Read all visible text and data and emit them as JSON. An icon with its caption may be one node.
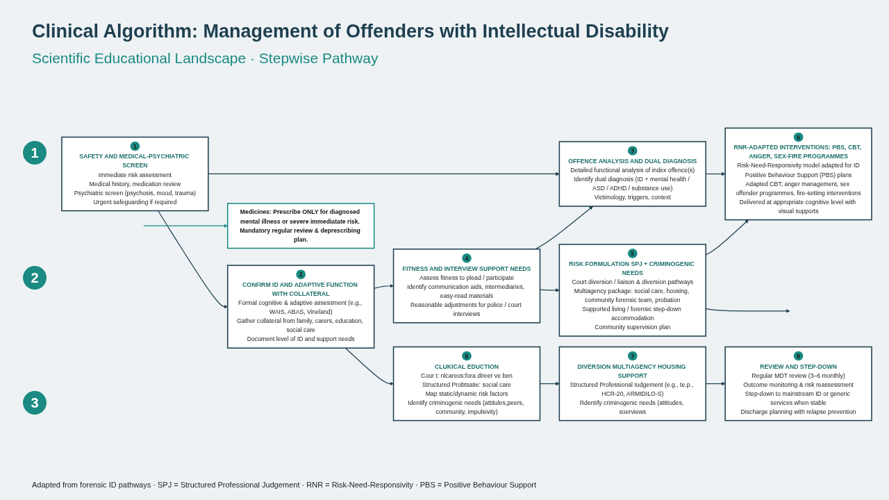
{
  "diagram": {
    "title": "Clinical Algorithm: Management of Offenders with Intellectual Disability",
    "caption": "Adapted from forensic ID pathways · SPJ = Structured Professional Judgement · RNR = Risk-Need-Responsivity · PBS = Positive Behaviour Support",
    "nodes": [
      {
        "text": [
          "1",
          "SAFETY AND MEDICAL-PSYCHIATRIC SCREEN",
          "Immediate risk assessment",
          "Medical history, medication review",
          "Psychiatric screen (psychosis, mood, trauma)",
          "Urgent safeguarding if required"
        ]
      },
      {
        "text": [
          "3",
          "OFFENCE ANALYSIS AND DUAL DIAGNOSIS",
          "Detailed functional analysis of index offence(s)",
          "Identify dual diagnosis (ID + mental health / ASD / ADHD / substance use)",
          "Victimology, triggers, context"
        ]
      },
      {
        "text": [
          "6",
          "RNR-ADAPTED INTERVENTIONS: PBS, CBT, ANGER, SEX-FIRE PROGRAMMES",
          "Risk-Need-Responsivity model adapted for ID",
          "Positive Behaviour Support (PBS) plans",
          "Adapted CBT, anger management, sex offender programmes, fire-setting interventions",
          "Delivered at appropriate cognitive level with visual supports"
        ]
      },
      {
        "text": [
          "2",
          "CONFIRM ID AND ADAPTIVE FUNCTION WITH COLLATERAL",
          "Formal cognitive & adaptive assessment (e.g., WAIS, ABAS, Vineland)",
          "Gather collateral from family, carers, education, social care",
          "Document level of ID and support needs"
        ]
      },
      {
        "text": [
          "4",
          "FITNESS AND INTERVIEW SUPPORT NEEDS",
          "Assess fitness to plead / participate",
          "Identify communication aids, intermediaries, easy-read materials",
          "Reasonable adjustments for police / court interviews"
        ]
      },
      {
        "text": [
          "5",
          "RISK FORMULATION SPJ + CRIMINOGENIC NEEDS",
          "Court diversion / liaison & diversion pathways",
          "Multiagency package: social care, housing, community forensic team, probation",
          "Supported living / forensic step-down accommodation",
          "Community supervision plan"
        ]
      },
      {
        "text": [
          "8",
          "CLUKICAL EDUCTION",
          "Cour t: nlcareos:fora direer ve ben",
          "Structured Probtsatie: social care",
          "Map static/dynamic risk factors",
          "Identify criminogenic needs (attitules,peers, community, impulsivity)"
        ]
      },
      {
        "text": [
          "7",
          "DIVERSION MULTIAGENCY HOUSING SUPPORT",
          "Structured Professional Iudgement (e.g., te.p., HCR-20, ARMIDILO-S)",
          "Rdentify criminogenic needs (attitudes, soerviews"
        ]
      },
      {
        "text": [
          "8",
          "REVIEW AND STEP-DOWN",
          "Regular MDT review (3–6 monthly)",
          "Outcome monitoring & risk reassessment",
          "Step-down to mainstream ID or generic services when stable",
          "Discharge planning with relapse prevention"
        ]
      },
      {
        "text": [
          "Medicines: Prescribe ONLY for diagnosed mental illness or severe immediatate risk. Mandatory regular review & deprescribing plan."
        ]
      }
    ],
    "edges": [
      {
        "from": 0,
        "to": 1,
        "arrow": "to"
      },
      {
        "from": 1,
        "to": 2,
        "arrow": "to"
      },
      {
        "from": 3,
        "to": 4,
        "arrow": "to"
      },
      {
        "from": 4,
        "to": 5,
        "arrow": "to"
      },
      {
        "from": 5,
        "to": null,
        "arrow": "to"
      },
      {
        "from": 6,
        "to": 7,
        "arrow": "to"
      },
      {
        "from": 7,
        "to": 8,
        "arrow": "to"
      },
      {
        "from": 0,
        "to": 3,
        "arrow": "to"
      },
      {
        "from": 3,
        "to": 6,
        "arrow": "to"
      },
      {
        "from": 4,
        "to": 1,
        "arrow": "to"
      },
      {
        "from": 5,
        "to": 2,
        "arrow": "to"
      },
      {
        "from": null,
        "to": 9,
        "arrow": "to",
        "color": "#1a8a82"
      }
    ],
    "labels": [
      "Scientific Educational Landscape · Stepwise Pathway",
      "1",
      "2",
      "3"
    ]
  }
}
